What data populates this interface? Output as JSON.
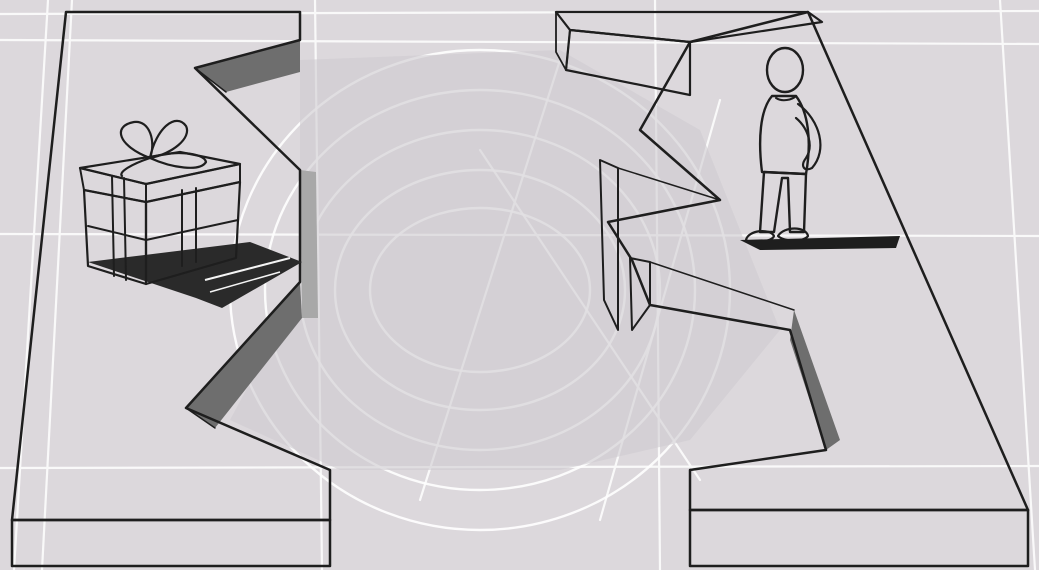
{
  "scene": {
    "description_free": true,
    "elements": [
      "left-platform",
      "right-platform",
      "canyon-gap",
      "gift-box-icon",
      "person-figure"
    ]
  },
  "colors": {
    "background": "#dcd8dc",
    "platform_top": "#f4f4f4",
    "platform_side": "#d2d2d2",
    "inner_wall_dark": "#6e6e6e",
    "inner_wall_mid": "#a8a8a8",
    "ink": "#1e1e1e",
    "guide_lines": "#ffffff"
  }
}
